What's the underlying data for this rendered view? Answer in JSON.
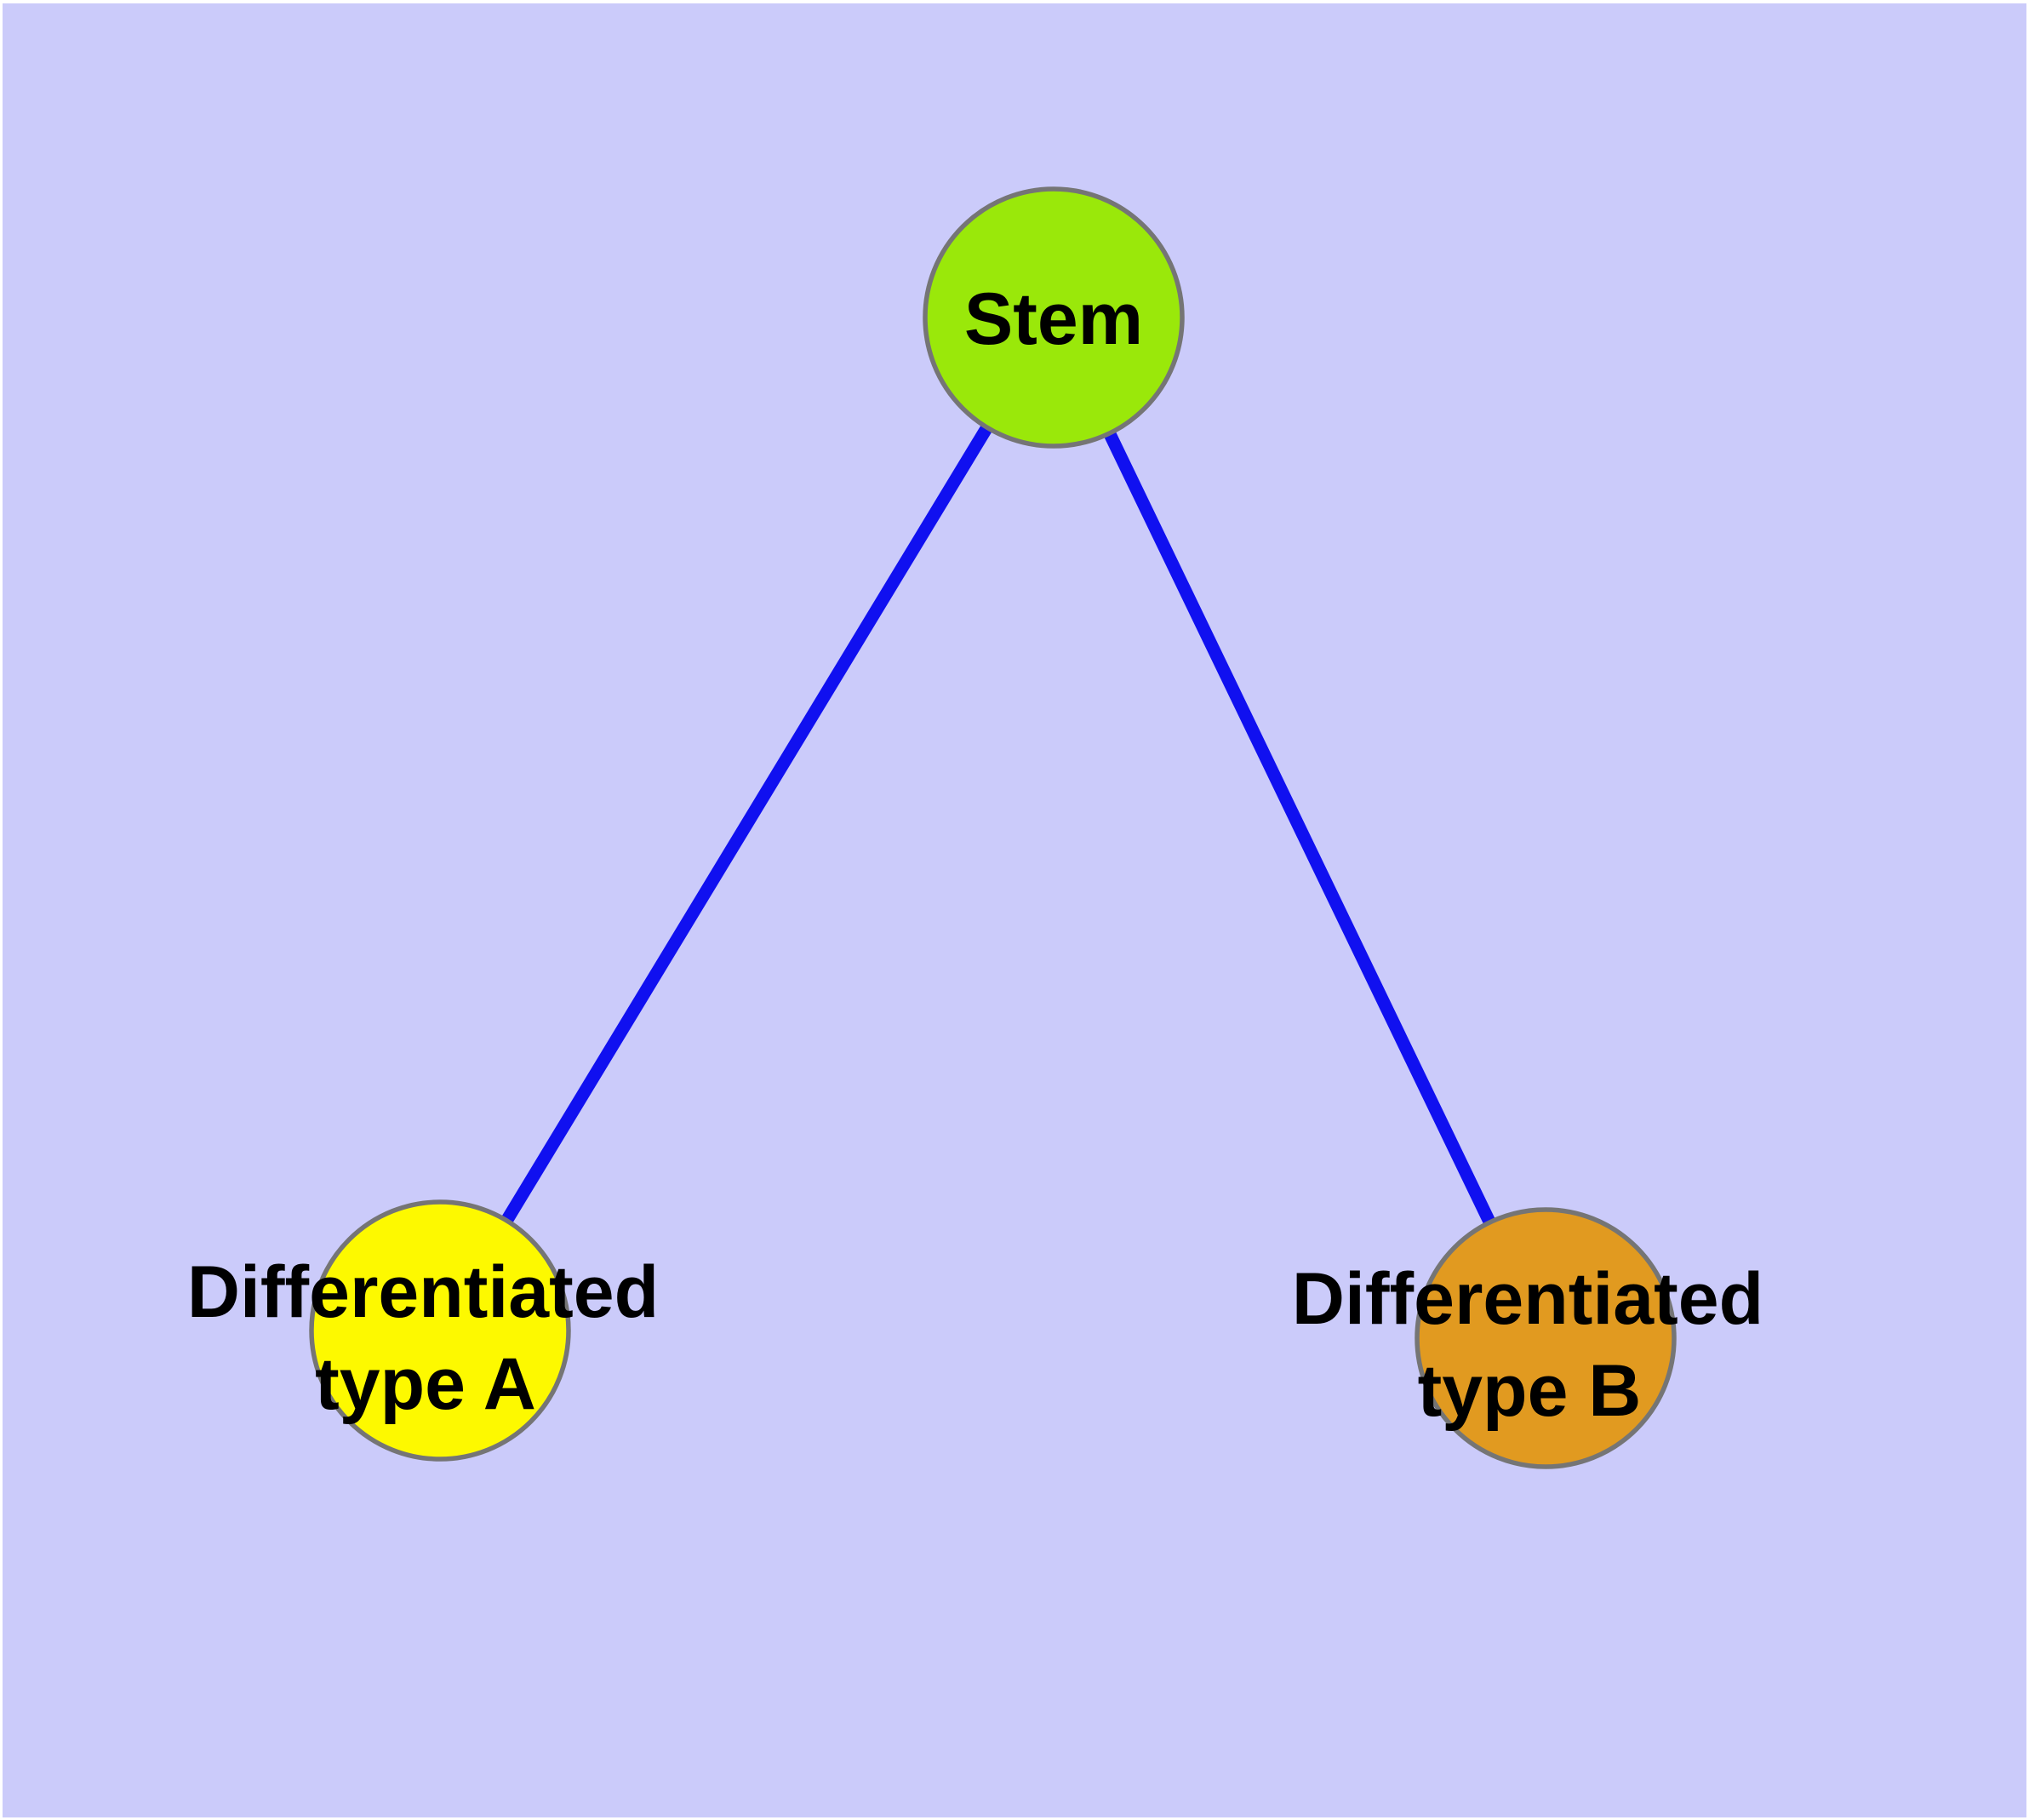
{
  "diagram": {
    "background_color": "#cbcbfa",
    "border_color": "#ffffff",
    "edge_color": "#1010f0",
    "node_border_color": "#757575",
    "text_color": "#000000",
    "nodes": {
      "stem": {
        "label": "Stem",
        "color": "#9ae80a"
      },
      "type_a": {
        "label_line1": "Differentiated",
        "label_line2": "type A",
        "color": "#fdf900"
      },
      "type_b": {
        "label_line1": "Differentiated",
        "label_line2": "type B",
        "color": "#e19a20"
      }
    },
    "edges": [
      {
        "from": "Stem",
        "to": "Differentiated type A"
      },
      {
        "from": "Stem",
        "to": "Differentiated type B"
      }
    ]
  }
}
